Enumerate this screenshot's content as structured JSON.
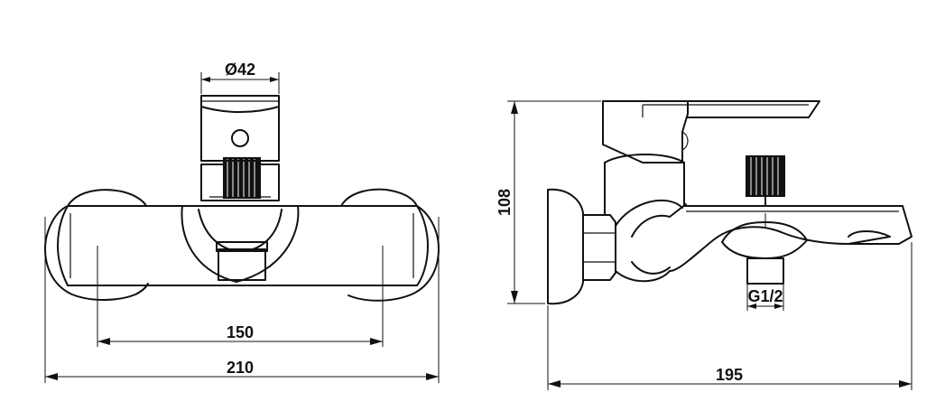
{
  "dimensions": {
    "diameter_top": "Ø42",
    "mount_spacing": "150",
    "front_width": "210",
    "height": "108",
    "depth": "195",
    "connection": "G1/2"
  },
  "colors": {
    "line": "#111111",
    "background": "#ffffff"
  }
}
